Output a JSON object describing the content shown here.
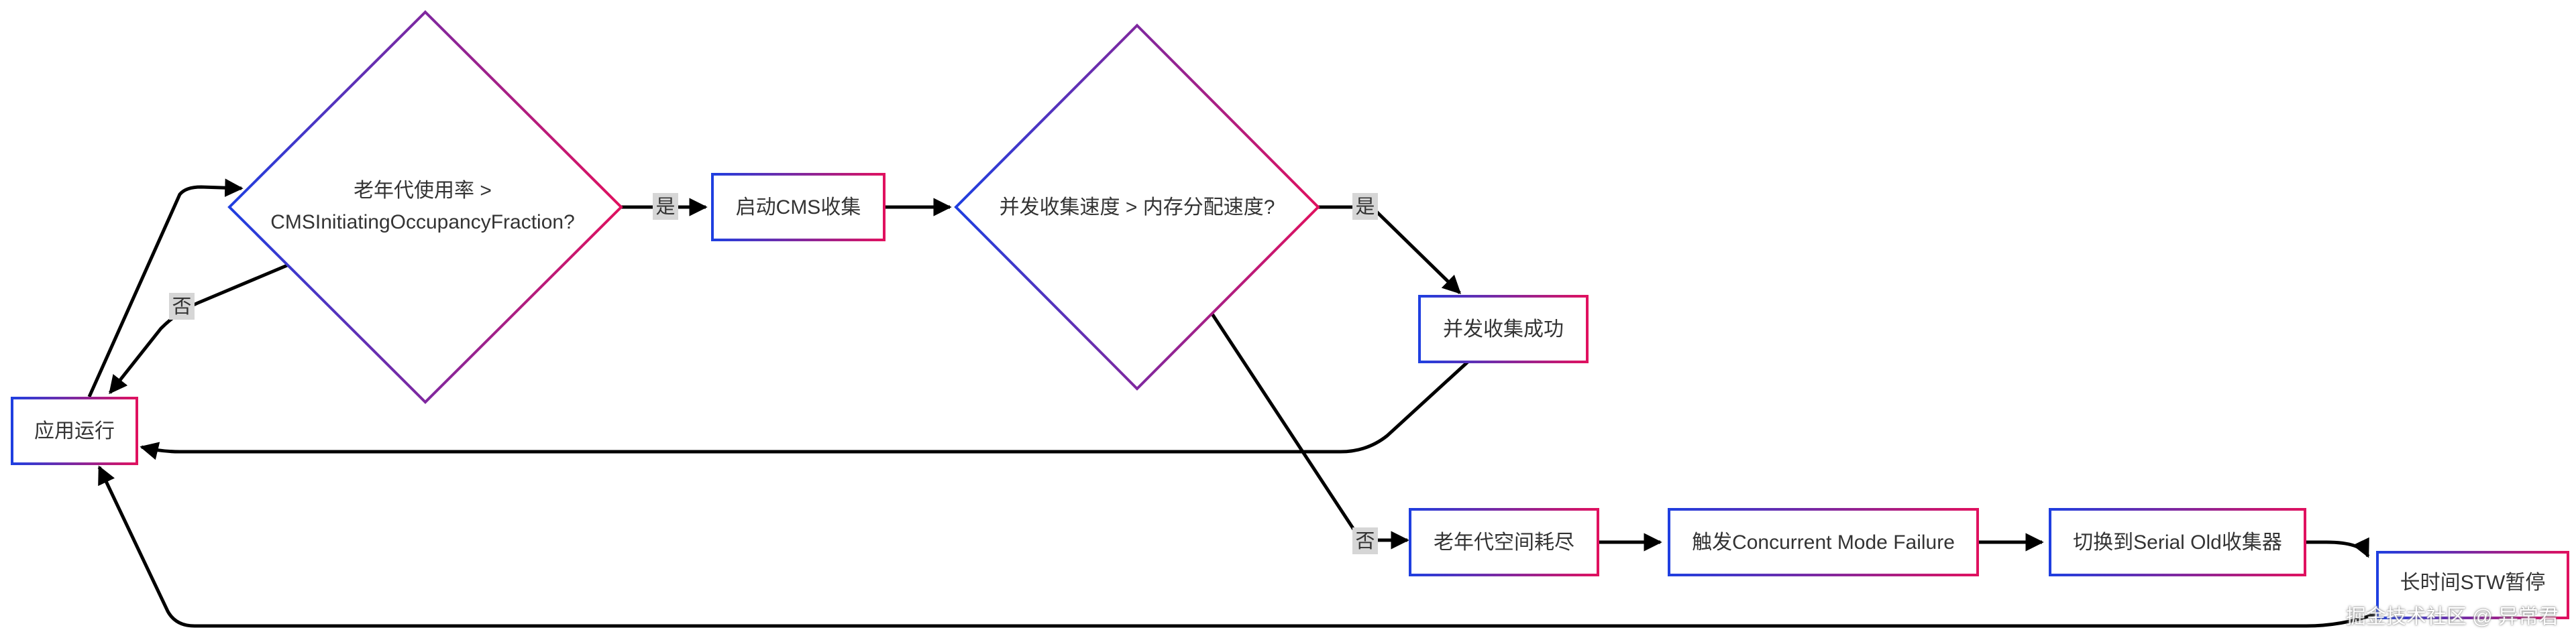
{
  "colors": {
    "gradient_start": "#1f3fe0",
    "gradient_end": "#e0115f",
    "edge": "#000000",
    "label_bg": "#d6d6d6"
  },
  "nodes": {
    "app_running": "应用运行",
    "check_usage_line1": "老年代使用率 >",
    "check_usage_line2": "CMSInitiatingOccupancyFraction?",
    "start_cms": "启动CMS收集",
    "check_speed": "并发收集速度 > 内存分配速度?",
    "success": "并发收集成功",
    "old_exhausted": "老年代空间耗尽",
    "cmf": "触发Concurrent Mode Failure",
    "serial_old": "切换到Serial Old收集器",
    "long_stw": "长时间STW暂停"
  },
  "edge_labels": {
    "yes_1": "是",
    "no_1": "否",
    "yes_2": "是",
    "no_2": "否"
  },
  "watermark": "掘金技术社区 @ 异常君"
}
